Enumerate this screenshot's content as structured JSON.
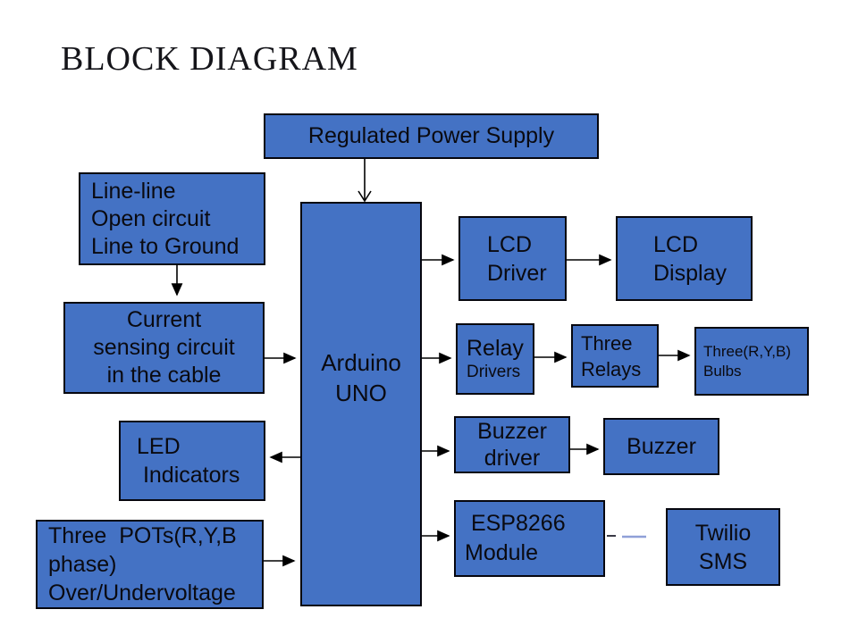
{
  "title": "BLOCK DIAGRAM",
  "blocks": {
    "regulated_power_supply": {
      "label": "Regulated Power Supply"
    },
    "fault_types": {
      "label": "Line-line\nOpen circuit\nLine to Ground"
    },
    "current_sensing": {
      "label": "Current\nsensing circuit\nin the cable"
    },
    "led_indicators": {
      "label": "LED\n Indicators"
    },
    "three_pots": {
      "label": "Three  POTs(R,Y,B\nphase)\nOver/Undervoltage"
    },
    "arduino": {
      "label": "Arduino\nUNO"
    },
    "lcd_driver": {
      "label": "LCD\nDriver"
    },
    "lcd_display": {
      "label": "LCD\nDisplay"
    },
    "relay_drivers": {
      "line1": "Relay",
      "line2": "Drivers"
    },
    "three_relays": {
      "label": "Three\nRelays"
    },
    "three_bulbs": {
      "label": "Three(R,Y,B)\nBulbs"
    },
    "buzzer_driver": {
      "label": "Buzzer\ndriver"
    },
    "buzzer": {
      "label": "Buzzer"
    },
    "esp8266": {
      "label": " ESP8266\nModule"
    },
    "twilio": {
      "label": "Twilio\nSMS"
    }
  },
  "colors": {
    "background": "#ffffff",
    "block_fill": "#4472C4",
    "block_border": "#06060e",
    "text": "#0a0a10",
    "arrow": "#000000",
    "faint_connector": "#8FA0D8",
    "faint_connector_dark": "#3a3a46"
  }
}
